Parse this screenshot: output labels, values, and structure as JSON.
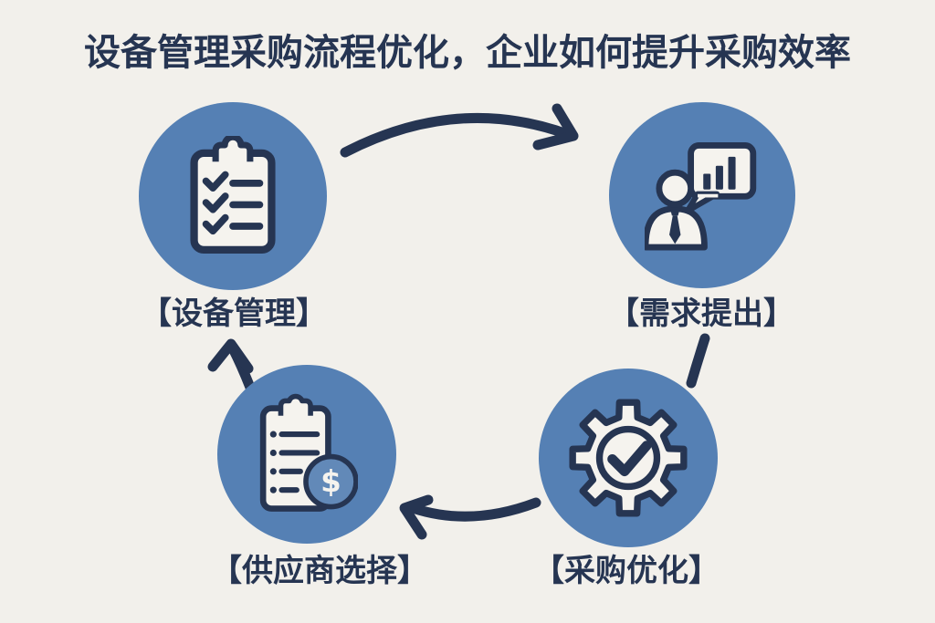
{
  "title": "设备管理采购流程优化，企业如何提升采购效率",
  "colors": {
    "background": "#f2f0eb",
    "circle_blue": "#5580b4",
    "navy": "#263552",
    "icon_fill": "#f5f3ee",
    "coin_blue": "#6289b8"
  },
  "diagram": {
    "type": "cycle-flowchart",
    "nodes": [
      {
        "id": "equipment-management",
        "label": "【设备管理】",
        "icon": "checklist-clipboard-icon",
        "position": "top-left"
      },
      {
        "id": "demand-proposal",
        "label": "【需求提出】",
        "icon": "presenter-chart-bubble-icon",
        "position": "top-right"
      },
      {
        "id": "procurement-optimization",
        "label": "【采购优化】",
        "icon": "gear-checkmark-icon",
        "position": "bottom-right"
      },
      {
        "id": "supplier-selection",
        "label": "【供应商选择】",
        "icon": "clipboard-dollar-icon",
        "position": "bottom-left",
        "coin_symbol": "$"
      }
    ],
    "arrows": [
      {
        "from": "equipment-management",
        "to": "demand-proposal",
        "shape": "curved-right"
      },
      {
        "from": "demand-proposal",
        "to": "procurement-optimization",
        "shape": "short-down"
      },
      {
        "from": "procurement-optimization",
        "to": "supplier-selection",
        "shape": "curved-left"
      },
      {
        "from": "supplier-selection",
        "to": "equipment-management",
        "shape": "up"
      }
    ],
    "flow_sequence": "设备管理 → 需求提出 → 采购优化 → 供应商选择 → 设备管理"
  }
}
